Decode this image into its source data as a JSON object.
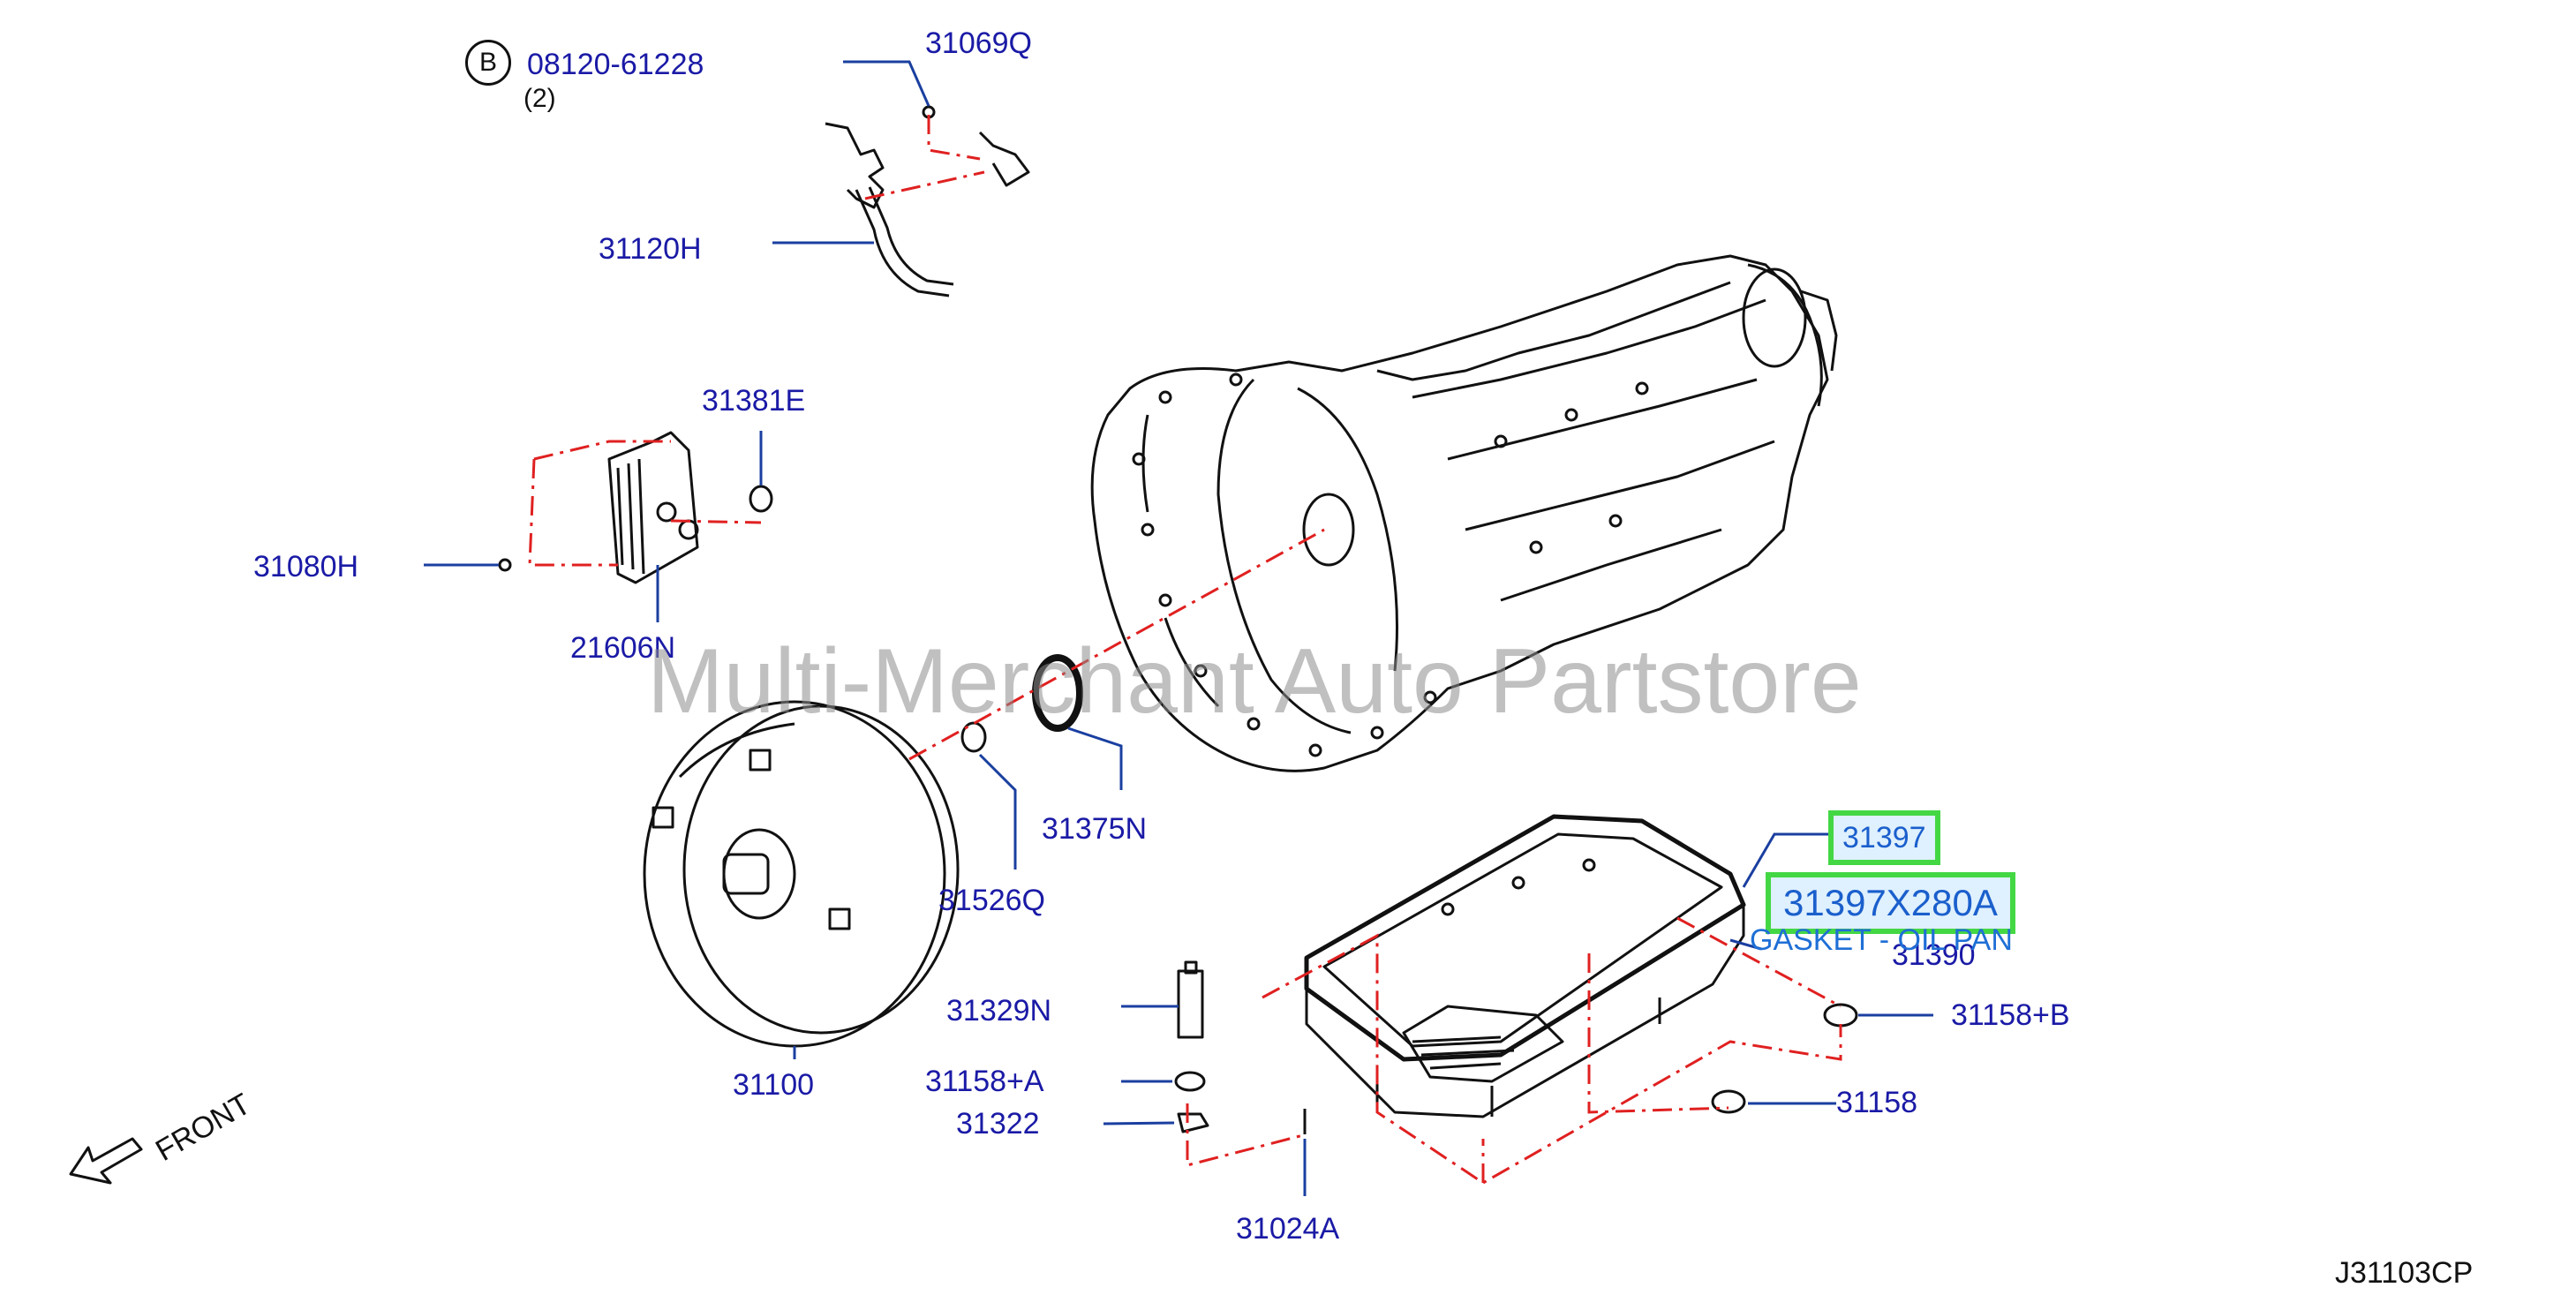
{
  "bolt_marker": {
    "letter": "B",
    "part": "08120-61228",
    "qty": "(2)"
  },
  "labels": {
    "p31069q": "31069Q",
    "p31120h": "31120H",
    "p31381e": "31381E",
    "p31080h": "31080H",
    "p21606n": "21606N",
    "p31375n": "31375N",
    "p31526q": "31526Q",
    "p31100": "31100",
    "p31329n": "31329N",
    "p31158a": "31158+A",
    "p31322": "31322",
    "p31024a": "31024A",
    "p31390": "31390",
    "p31158b": "31158+B",
    "p31158": "31158"
  },
  "highlight": {
    "part_short": "31397",
    "part_full": "31397X280A",
    "description": "GASKET - OIL PAN"
  },
  "front_label": "FRONT",
  "watermark": "Multi-Merchant Auto Partstore",
  "diagram_code": "J31103CP",
  "colors": {
    "label": "#1a1aa6",
    "leader": "#1a3fa0",
    "dash": "#e02020",
    "highlight_border": "#44d744",
    "highlight_fill": "#dff0ff"
  }
}
